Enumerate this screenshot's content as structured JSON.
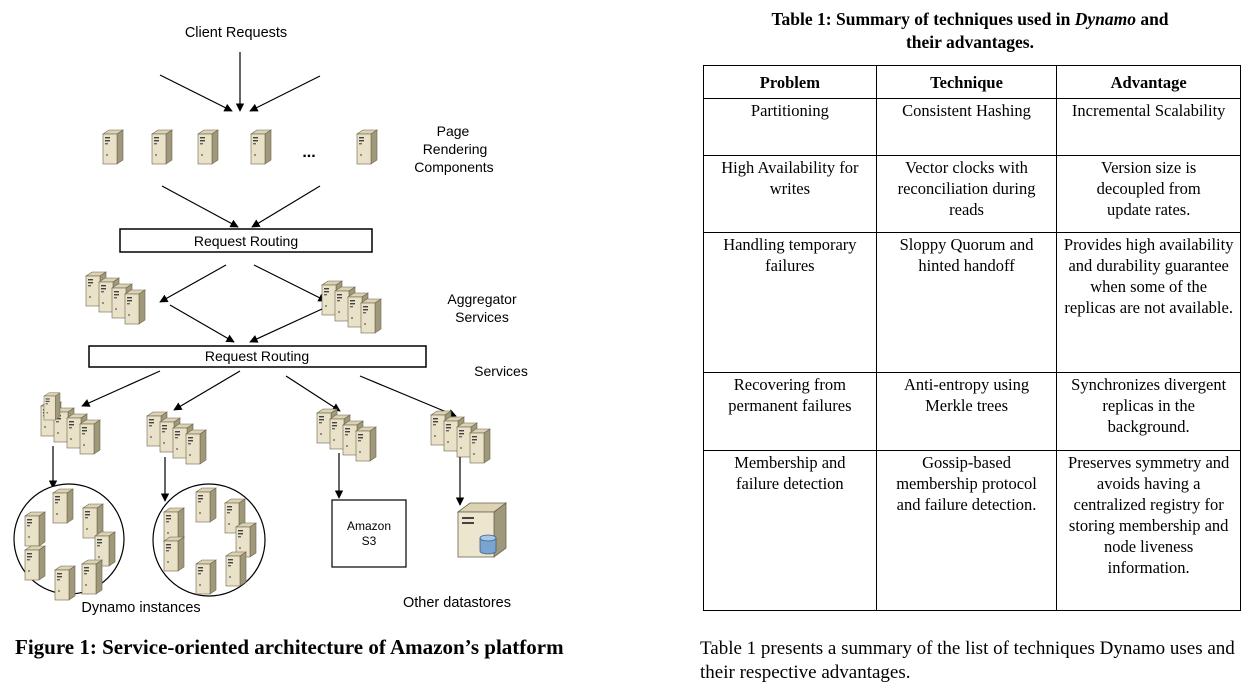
{
  "figure": {
    "labels": {
      "client_requests": "Client Requests",
      "page_rendering_1": "Page",
      "page_rendering_2": "Rendering",
      "page_rendering_3": "Components",
      "ellipsis": "...",
      "request_routing_1": "Request Routing",
      "aggregator_1": "Aggregator",
      "aggregator_2": "Services",
      "request_routing_2": "Request Routing",
      "services": "Services",
      "amazon_s3_1": "Amazon",
      "amazon_s3_2": "S3",
      "dynamo_instances": "Dynamo instances",
      "other_datastores": "Other datastores"
    },
    "caption": "Figure 1: Service-oriented architecture of Amazon’s platform"
  },
  "table": {
    "title_prefix": "Table 1: Summary of techniques used in ",
    "title_emph": "Dynamo",
    "title_suffix": " and",
    "title_line2": "their advantages.",
    "headers": [
      "Problem",
      "Technique",
      "Advantage"
    ],
    "rows": [
      [
        "Partitioning",
        "Consistent Hashing",
        "Incremental Scalability"
      ],
      [
        "High Availability for writes",
        "Vector clocks with reconciliation during reads",
        "Version size is decoupled from update rates."
      ],
      [
        "Handling temporary failures",
        "Sloppy Quorum and hinted handoff",
        "Provides high availability and durability guarantee when some of the replicas are not available."
      ],
      [
        "Recovering from permanent failures",
        "Anti-entropy using Merkle trees",
        "Synchronizes divergent replicas in the background."
      ],
      [
        "Membership and failure detection",
        "Gossip-based membership protocol and failure detection.",
        "Preserves symmetry and avoids having a centralized registry for storing membership and node liveness information."
      ]
    ]
  },
  "body_text": "Table 1 presents a summary of the list of techniques Dynamo uses and their respective advantages."
}
